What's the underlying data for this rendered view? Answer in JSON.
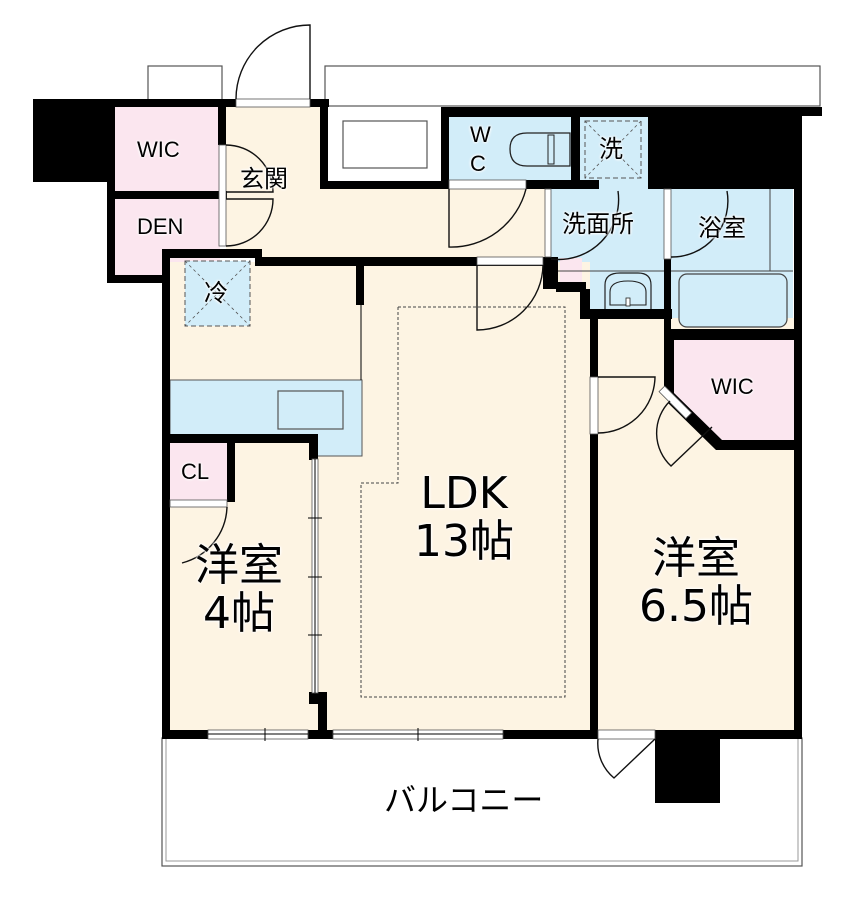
{
  "floor_plan": {
    "colors": {
      "wall": "#000000",
      "living_area": "#fdf4e3",
      "wet_area": "#d2edf9",
      "storage": "#fbe6ef",
      "outline": "#555555"
    },
    "rooms": {
      "wic_entrance": {
        "label": "WIC"
      },
      "den": {
        "label": "DEN"
      },
      "entrance": {
        "label": "玄関"
      },
      "wc": {
        "label_line1": "W",
        "label_line2": "C"
      },
      "laundry": {
        "label": "洗"
      },
      "washroom": {
        "label": "洗面所"
      },
      "bathroom": {
        "label": "浴室"
      },
      "fridge": {
        "label": "冷"
      },
      "ldk": {
        "label": "LDK",
        "size": "13帖"
      },
      "closet": {
        "label": "CL"
      },
      "western_room_small": {
        "label": "洋室",
        "size": "4帖"
      },
      "wic_bedroom": {
        "label": "WIC"
      },
      "western_room_large": {
        "label": "洋室",
        "size": "6.5帖"
      },
      "balcony": {
        "label": "バルコニー"
      }
    }
  }
}
